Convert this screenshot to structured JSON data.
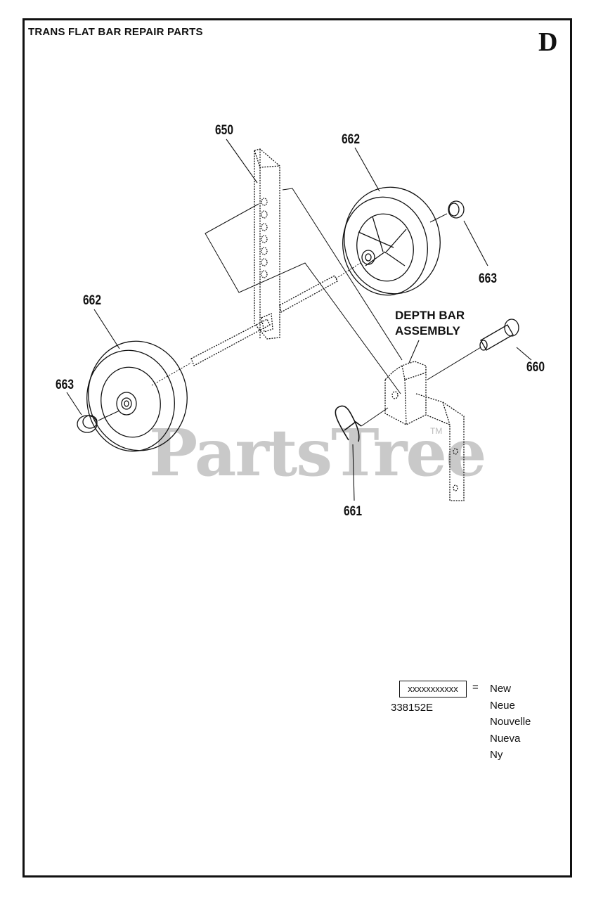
{
  "page": {
    "title": "TRANS FLAT BAR REPAIR PARTS",
    "section": "D"
  },
  "callouts": {
    "c650": "650",
    "c662_top": "662",
    "c663_right": "663",
    "c662_left": "662",
    "c663_left": "663",
    "c660": "660",
    "c661": "661"
  },
  "assembly_label": {
    "line1": "DEPTH BAR",
    "line2": "ASSEMBLY"
  },
  "watermark": {
    "text": "PartsTree",
    "tm": "TM"
  },
  "legend": {
    "box_text": "xxxxxxxxxxx",
    "equals": "=",
    "code": "338152E",
    "words": [
      "New",
      "Neue",
      "Nouvelle",
      "Nueva",
      "Ny"
    ]
  }
}
